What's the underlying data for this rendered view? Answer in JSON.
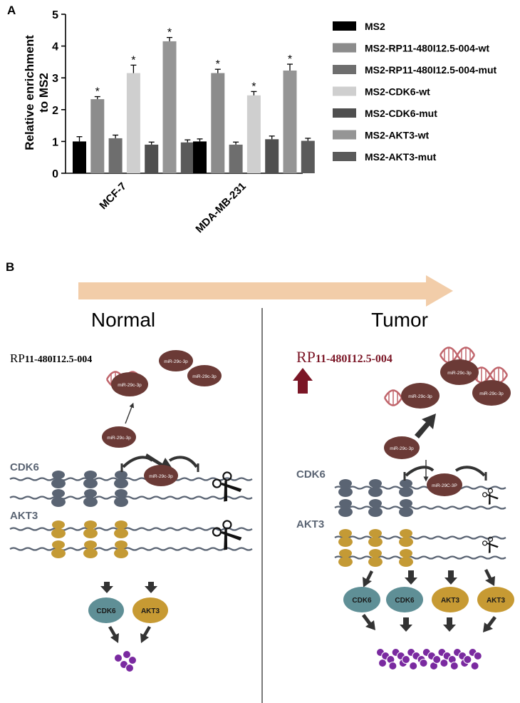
{
  "panels": {
    "a": "A",
    "b": "B"
  },
  "chart_data": {
    "type": "bar",
    "ylabel": "Relative enrichment\nto MS2",
    "xlabel": "",
    "ylim": [
      0,
      5
    ],
    "yticks": [
      "0",
      "1",
      "2",
      "3",
      "4",
      "5"
    ],
    "categories": [
      "MCF-7",
      "MDA-MB-231"
    ],
    "series": [
      {
        "name": "MS2",
        "values": [
          1.0,
          1.0
        ],
        "errors": [
          0.15,
          0.08
        ],
        "star": [
          false,
          false
        ],
        "color": "#000000"
      },
      {
        "name": "MS2-RP11-480I12.5-004-wt",
        "values": [
          2.33,
          3.15
        ],
        "errors": [
          0.08,
          0.12
        ],
        "star": [
          true,
          true
        ],
        "color": "#8c8c8c"
      },
      {
        "name": "MS2-RP11-480I12.5-004-mut",
        "values": [
          1.1,
          0.9
        ],
        "errors": [
          0.1,
          0.08
        ],
        "star": [
          false,
          false
        ],
        "color": "#6e6e6e"
      },
      {
        "name": "MS2-CDK6-wt",
        "values": [
          3.15,
          2.45
        ],
        "errors": [
          0.25,
          0.12
        ],
        "star": [
          true,
          true
        ],
        "color": "#cfcfcf"
      },
      {
        "name": "MS2-CDK6-mut",
        "values": [
          0.9,
          1.07
        ],
        "errors": [
          0.08,
          0.1
        ],
        "star": [
          false,
          false
        ],
        "color": "#4f4f4f"
      },
      {
        "name": "MS2-AKT3-wt",
        "values": [
          4.15,
          3.23
        ],
        "errors": [
          0.12,
          0.2
        ],
        "star": [
          true,
          true
        ],
        "color": "#959595"
      },
      {
        "name": "MS2-AKT3-mut",
        "values": [
          0.97,
          1.02
        ],
        "errors": [
          0.08,
          0.08
        ],
        "star": [
          false,
          false
        ],
        "color": "#5a5a5a"
      }
    ],
    "star_symbol": "*",
    "legend_placement": "right",
    "grid": false
  },
  "model": {
    "headers": {
      "normal": "Normal",
      "tumor": "Tumor"
    },
    "lnc_prefix": "RP",
    "lnc_suffix": "11-480I12.5-004",
    "mirna": "miR-29c-3p",
    "mirna_tumor_label": "miR-29C-3P",
    "genes": {
      "cdk6": "CDK6",
      "akt3": "AKT3"
    },
    "colors": {
      "arrow": "#f2cda9",
      "mirna": "#6b3a36",
      "dna": "#c0646b",
      "ribosome_cdk6": "#5a6473",
      "ribosome_akt3": "#c49a35",
      "cdk6_protein": "#5f8f96",
      "akt3_protein": "#c79a33",
      "dots": "#7a2aa0",
      "up_arrow": "#7b1626"
    }
  }
}
